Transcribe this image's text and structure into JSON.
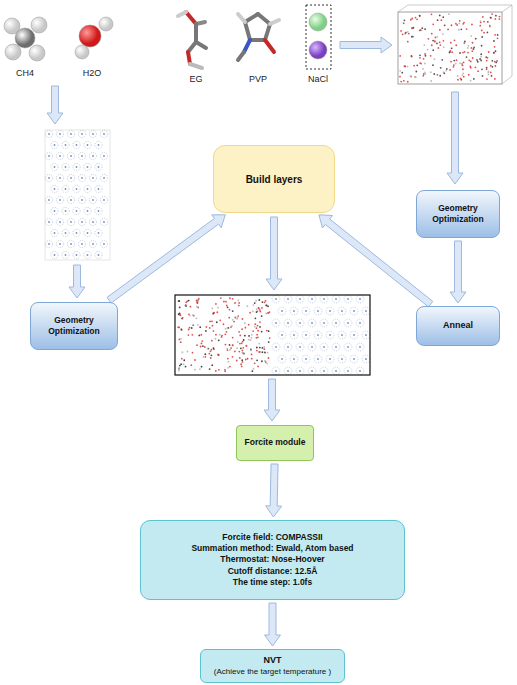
{
  "diagram": {
    "nodes": [
      {
        "text": [
          "Build layers"
        ]
      },
      {
        "text": [
          "Geometry Optimization"
        ]
      },
      {
        "text": [
          "Geometry Optimization"
        ]
      },
      {
        "text": [
          "Anneal"
        ]
      },
      {
        "text": [
          "Forcite module"
        ]
      },
      {
        "text": [
          "Forcite field: COMPASSII",
          "Summation method: Ewald, Atom based",
          "Thermostat: Nose-Hoover",
          "Cutoff distance: 12.5Å",
          "The time step: 1.0fs"
        ]
      },
      {
        "text": [
          "NVT",
          "(Achieve the target temperature )"
        ]
      }
    ],
    "edges": [
      {
        "from": 1,
        "to": 0,
        "arrow": "to"
      },
      {
        "from": 3,
        "to": 0,
        "arrow": "to"
      },
      {
        "from": 2,
        "to": 3,
        "arrow": "to"
      },
      {
        "from": 4,
        "to": 5,
        "arrow": "to"
      },
      {
        "from": 5,
        "to": 6,
        "arrow": "to"
      }
    ],
    "labels": [
      "CH4",
      "H2O",
      "EG",
      "PVP",
      "NaCl"
    ]
  }
}
